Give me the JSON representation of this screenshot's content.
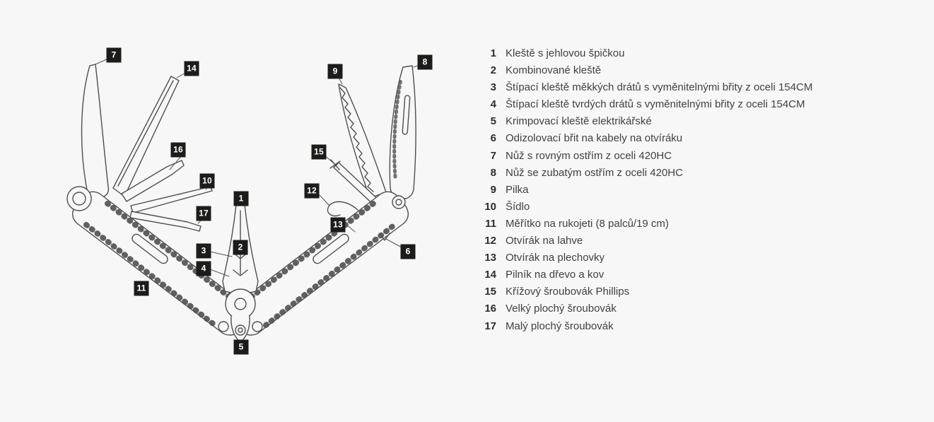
{
  "page": {
    "background": "#f7f7f7"
  },
  "colors": {
    "callout_bg": "#1c1c1b",
    "callout_text": "#ffffff",
    "legend_text": "#414042",
    "line_art": "#4f4f4f"
  },
  "diagram": {
    "subject": "multitool-line-drawing"
  },
  "legend": {
    "items": [
      {
        "num": "1",
        "label": "Kleště s jehlovou špičkou"
      },
      {
        "num": "2",
        "label": "Kombinované kleště"
      },
      {
        "num": "3",
        "label": "Štípací kleště měkkých drátů s vyměnitelnými břity z oceli 154CM"
      },
      {
        "num": "4",
        "label": "Štípací kleště tvrdých drátů s vyměnitelnými břity z oceli 154CM"
      },
      {
        "num": "5",
        "label": "Krimpovací kleště elektrikářské"
      },
      {
        "num": "6",
        "label": "Odizolovací břit na kabely na otvíráku"
      },
      {
        "num": "7",
        "label": "Nůž s rovným ostřím z oceli 420HC"
      },
      {
        "num": "8",
        "label": "Nůž se zubatým ostřím z oceli 420HC"
      },
      {
        "num": "9",
        "label": "Pilka"
      },
      {
        "num": "10",
        "label": "Šídlo"
      },
      {
        "num": "11",
        "label": "Měřítko na rukojeti (8 palců/19 cm)"
      },
      {
        "num": "12",
        "label": "Otvírák na lahve"
      },
      {
        "num": "13",
        "label": "Otvírák na plechovky"
      },
      {
        "num": "14",
        "label": "Pilník na dřevo a kov"
      },
      {
        "num": "15",
        "label": "Křížový šroubovák Phillips"
      },
      {
        "num": "16",
        "label": "Velký plochý šroubovák"
      },
      {
        "num": "17",
        "label": "Malý plochý šroubovák"
      }
    ]
  }
}
